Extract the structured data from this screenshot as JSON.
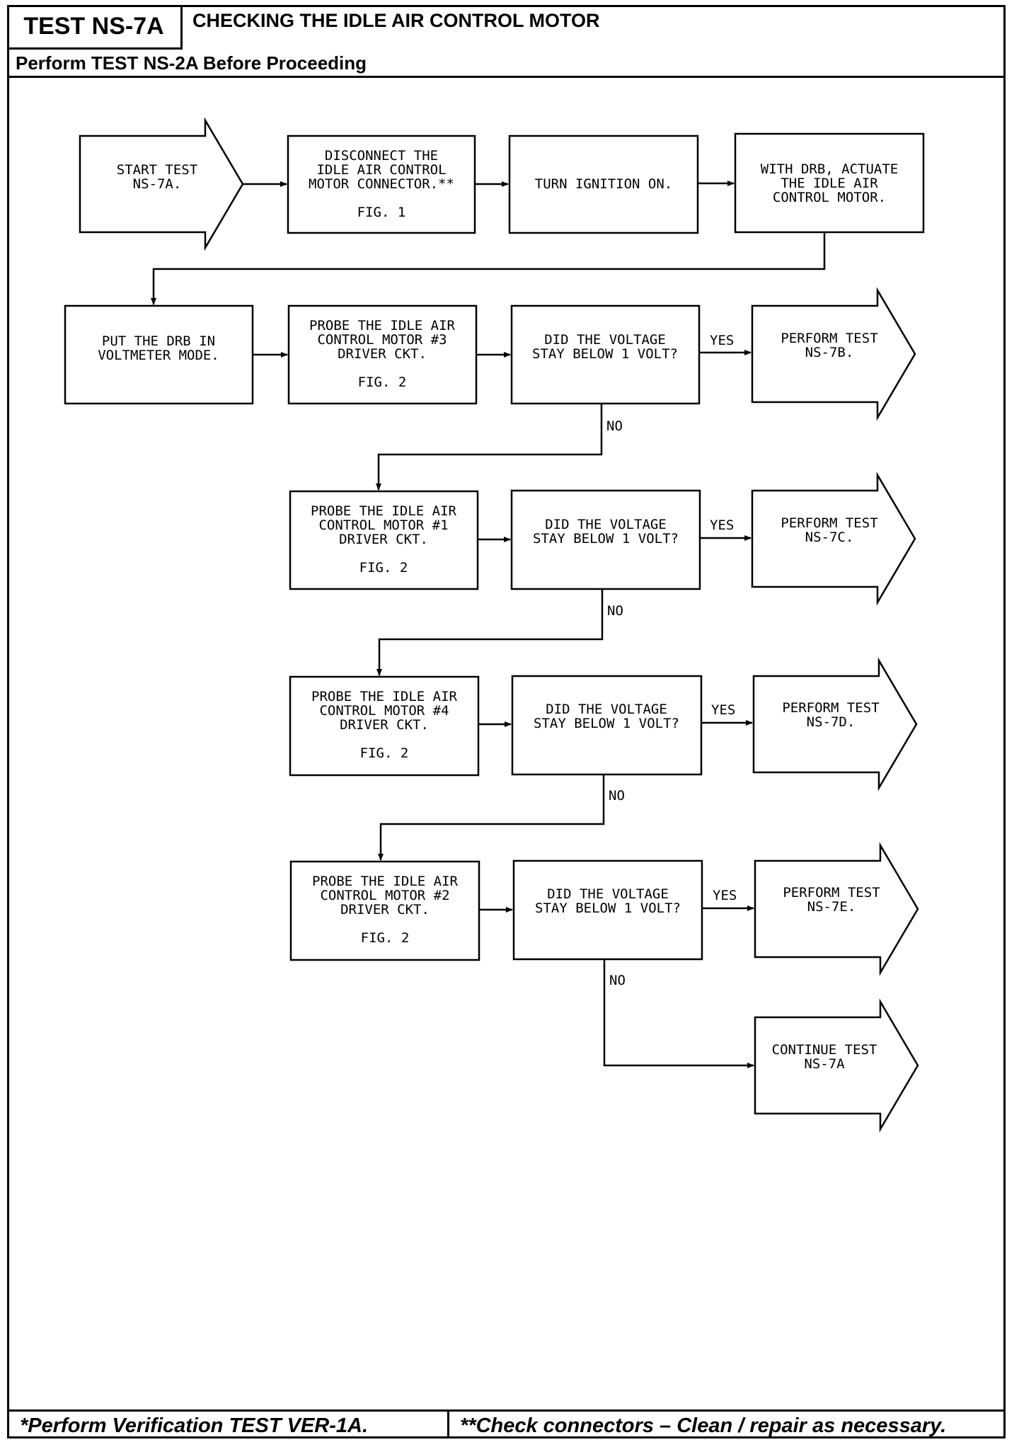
{
  "header": {
    "test_id": "TEST NS-7A",
    "title": "CHECKING THE IDLE AIR CONTROL MOTOR",
    "prerequisite": "Perform TEST NS-2A Before Proceeding"
  },
  "footer": {
    "left_note": "*Perform Verification TEST VER-1A.",
    "right_note": "**Check connectors – Clean / repair as necessary."
  },
  "flowchart": {
    "start": [
      "START TEST",
      "NS-7A."
    ],
    "disconnect": [
      "DISCONNECT THE",
      "IDLE AIR CONTROL",
      "MOTOR CONNECTOR.**",
      "",
      "FIG. 1"
    ],
    "ignition": [
      "TURN IGNITION ON."
    ],
    "actuate": [
      "WITH DRB, ACTUATE",
      "THE IDLE AIR",
      "CONTROL MOTOR."
    ],
    "voltmeter": [
      "PUT THE DRB IN",
      "VOLTMETER MODE."
    ],
    "probe3": [
      "PROBE THE IDLE AIR",
      "CONTROL MOTOR #3",
      "DRIVER CKT.",
      "",
      "FIG. 2"
    ],
    "probe1": [
      "PROBE THE IDLE AIR",
      "CONTROL MOTOR #1",
      "DRIVER CKT.",
      "",
      "FIG. 2"
    ],
    "probe4": [
      "PROBE THE IDLE AIR",
      "CONTROL MOTOR #4",
      "DRIVER CKT.",
      "",
      "FIG. 2"
    ],
    "probe2": [
      "PROBE THE IDLE AIR",
      "CONTROL MOTOR #2",
      "DRIVER CKT.",
      "",
      "FIG. 2"
    ],
    "question": [
      "DID THE VOLTAGE",
      "STAY BELOW 1 VOLT?"
    ],
    "result7b": [
      "PERFORM TEST",
      "NS-7B."
    ],
    "result7c": [
      "PERFORM TEST",
      "NS-7C."
    ],
    "result7d": [
      "PERFORM TEST",
      "NS-7D."
    ],
    "result7e": [
      "PERFORM TEST",
      "NS-7E."
    ],
    "continue": [
      "CONTINUE TEST",
      "NS-7A"
    ],
    "yes_label": "YES",
    "no_label": "NO"
  }
}
